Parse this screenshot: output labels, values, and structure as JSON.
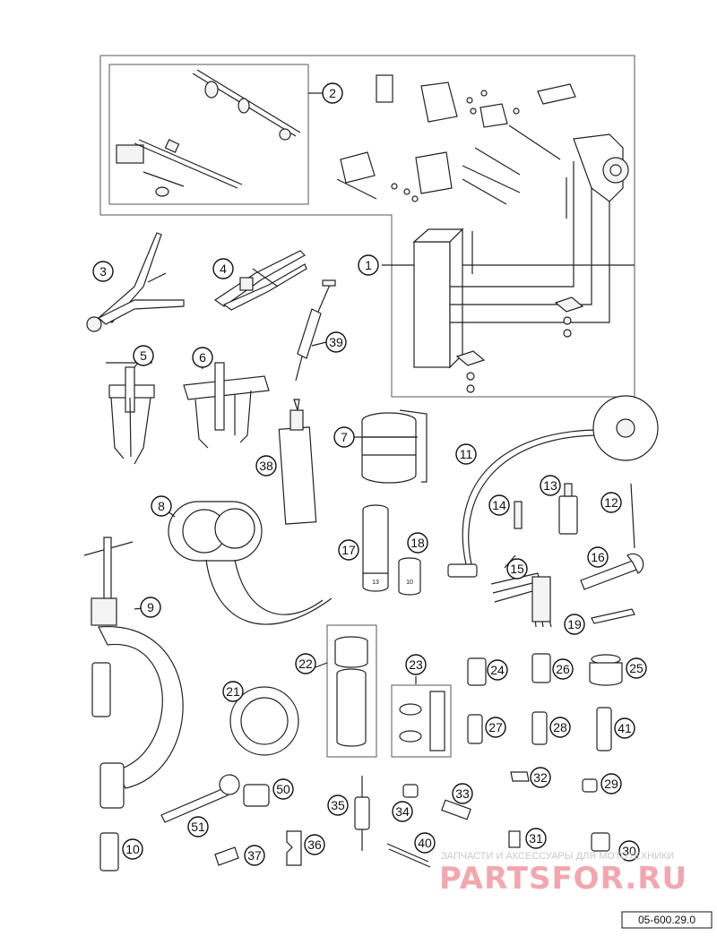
{
  "diagram": {
    "callouts": [
      {
        "id": "c1",
        "label": "1"
      },
      {
        "id": "c2",
        "label": "2"
      },
      {
        "id": "c3",
        "label": "3"
      },
      {
        "id": "c4",
        "label": "4"
      },
      {
        "id": "c5",
        "label": "5"
      },
      {
        "id": "c6",
        "label": "6"
      },
      {
        "id": "c7",
        "label": "7"
      },
      {
        "id": "c8",
        "label": "8"
      },
      {
        "id": "c9",
        "label": "9"
      },
      {
        "id": "c10",
        "label": "10"
      },
      {
        "id": "c11",
        "label": "11"
      },
      {
        "id": "c12",
        "label": "12"
      },
      {
        "id": "c13",
        "label": "13"
      },
      {
        "id": "c14",
        "label": "14"
      },
      {
        "id": "c15",
        "label": "15"
      },
      {
        "id": "c16",
        "label": "16"
      },
      {
        "id": "c17",
        "label": "17"
      },
      {
        "id": "c18",
        "label": "18"
      },
      {
        "id": "c19",
        "label": "19"
      },
      {
        "id": "c21",
        "label": "21"
      },
      {
        "id": "c22",
        "label": "22"
      },
      {
        "id": "c23",
        "label": "23"
      },
      {
        "id": "c24",
        "label": "24"
      },
      {
        "id": "c25",
        "label": "25"
      },
      {
        "id": "c26",
        "label": "26"
      },
      {
        "id": "c27",
        "label": "27"
      },
      {
        "id": "c28",
        "label": "28"
      },
      {
        "id": "c29",
        "label": "29"
      },
      {
        "id": "c30",
        "label": "30"
      },
      {
        "id": "c31",
        "label": "31"
      },
      {
        "id": "c32",
        "label": "32"
      },
      {
        "id": "c33",
        "label": "33"
      },
      {
        "id": "c34",
        "label": "34"
      },
      {
        "id": "c35",
        "label": "35"
      },
      {
        "id": "c36",
        "label": "36"
      },
      {
        "id": "c37",
        "label": "37"
      },
      {
        "id": "c38",
        "label": "38"
      },
      {
        "id": "c39",
        "label": "39"
      },
      {
        "id": "c40",
        "label": "40"
      },
      {
        "id": "c41",
        "label": "41"
      },
      {
        "id": "c50",
        "label": "50"
      },
      {
        "id": "c51",
        "label": "51"
      }
    ],
    "socket_labels": {
      "s17": "13",
      "s18": "10"
    },
    "document_code": "05-600.29.0"
  },
  "watermark": {
    "subtitle": "ЗАПЧАСТИ И АКСЕССУАРЫ ДЛЯ МОТОТЕХНИКИ",
    "brand": "PARTSFOR.RU"
  }
}
